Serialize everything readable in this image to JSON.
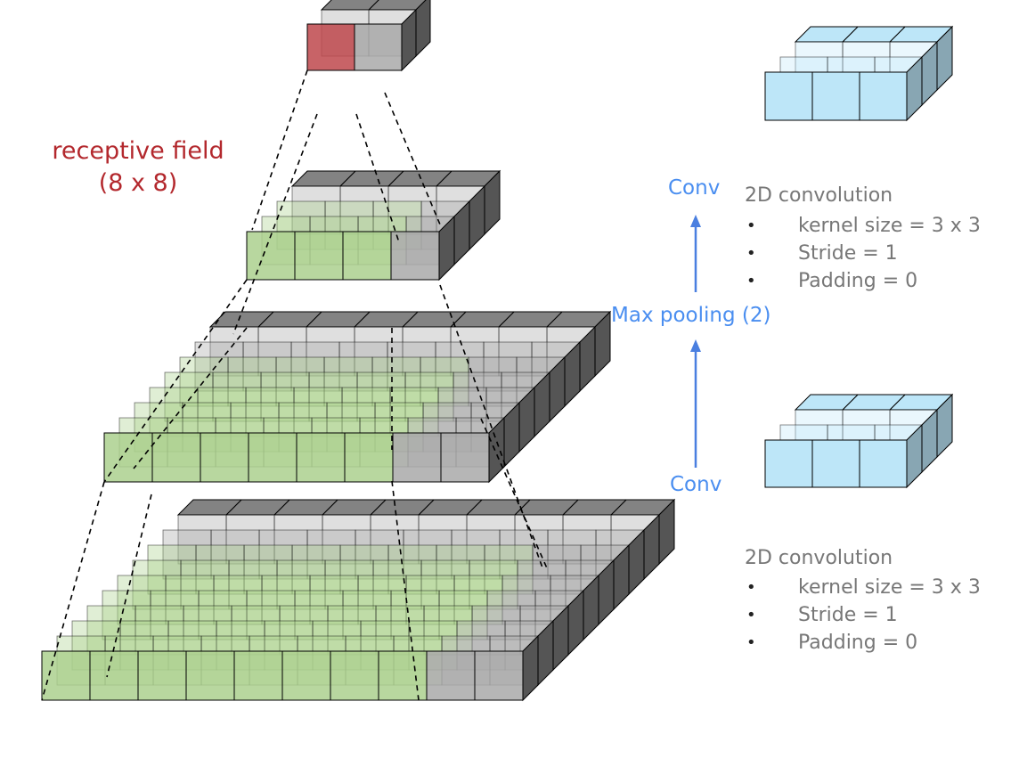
{
  "receptive_field": {
    "line1": "receptive field",
    "line2": "(8 x 8)",
    "color": "#b3282d"
  },
  "flow": {
    "top_op": "Conv",
    "middle_op": "Max pooling (2)",
    "bottom_op": "Conv",
    "color": "#4a8ef0"
  },
  "conv_top": {
    "title": "2D convolution",
    "items": [
      "kernel size = 3 x 3",
      "Stride = 1",
      "Padding = 0"
    ]
  },
  "conv_bottom": {
    "title": "2D convolution",
    "items": [
      "kernel size = 3 x 3",
      "Stride = 1",
      "Padding = 0"
    ]
  },
  "colors": {
    "receptive_cell": "#b3282d",
    "active_cell": "#9cc87a",
    "inactive_cell": "#9a9a9a",
    "kernel_cell": "#bde6f8",
    "line": "#000000"
  },
  "layers": [
    {
      "name": "output",
      "cols": 2,
      "rows": 2,
      "active_cols": 1,
      "active_rows": 1,
      "active_kind": "receptive"
    },
    {
      "name": "pooled",
      "cols": 4,
      "rows": 4,
      "active_cols": 3,
      "active_rows": 3,
      "active_kind": "active"
    },
    {
      "name": "conv1",
      "cols": 8,
      "rows": 8,
      "active_cols": 6,
      "active_rows": 6,
      "active_kind": "active"
    },
    {
      "name": "input",
      "cols": 10,
      "rows": 10,
      "active_cols": 8,
      "active_rows": 8,
      "active_kind": "active"
    }
  ],
  "kernels": [
    {
      "name": "kernel-top",
      "cols": 3,
      "rows": 3
    },
    {
      "name": "kernel-bottom",
      "cols": 3,
      "rows": 3
    }
  ]
}
